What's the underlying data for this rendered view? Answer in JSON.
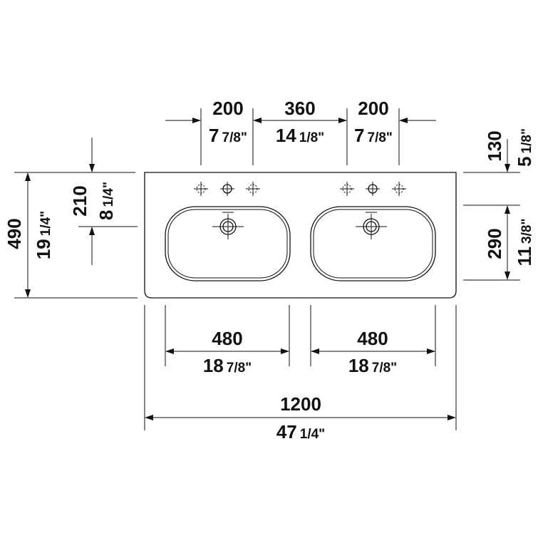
{
  "dimensions": {
    "top_left_offset": {
      "mm": "200",
      "in_whole": "7",
      "in_frac": "7/8\""
    },
    "top_center_spacing": {
      "mm": "360",
      "in_whole": "14",
      "in_frac": "1/8\""
    },
    "top_right_offset": {
      "mm": "200",
      "in_whole": "7",
      "in_frac": "7/8\""
    },
    "faucet_depth": {
      "mm": "130",
      "in_whole": "5",
      "in_frac": "1/8\""
    },
    "bowl_front_depth": {
      "mm": "210",
      "in_whole": "8",
      "in_frac": "1/4\""
    },
    "total_depth": {
      "mm": "490",
      "in_whole": "19",
      "in_frac": "1/4\""
    },
    "bowl_depth": {
      "mm": "290",
      "in_whole": "11",
      "in_frac": "3/8\""
    },
    "left_bowl_width": {
      "mm": "480",
      "in_whole": "18",
      "in_frac": "7/8\""
    },
    "right_bowl_width": {
      "mm": "480",
      "in_whole": "18",
      "in_frac": "7/8\""
    },
    "total_width": {
      "mm": "1200",
      "in_whole": "47",
      "in_frac": "1/4\""
    }
  }
}
